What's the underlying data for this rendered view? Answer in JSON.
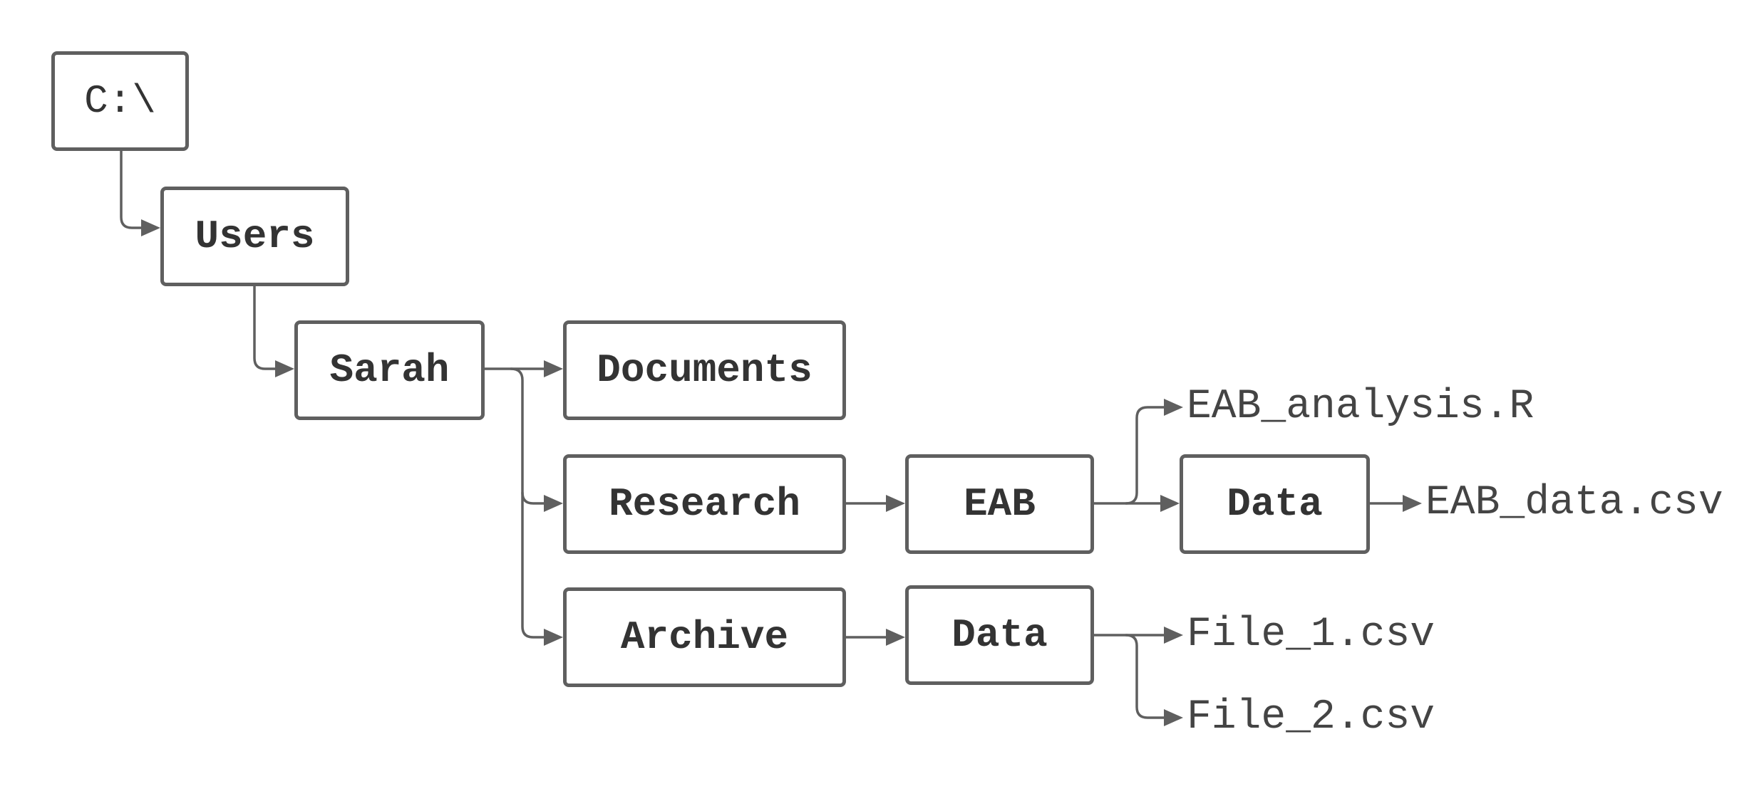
{
  "tree": {
    "root": "C:\\",
    "users": "Users",
    "sarah": "Sarah",
    "documents": "Documents",
    "research": "Research",
    "eab": "EAB",
    "research_data": "Data",
    "archive": "Archive",
    "archive_data": "Data",
    "files": {
      "eab_analysis": "EAB_analysis.R",
      "eab_data": "EAB_data.csv",
      "file_1": "File_1.csv",
      "file_2": "File_2.csv"
    }
  },
  "colors": {
    "stroke": "#5f5f5f",
    "text": "#333333",
    "background": "#ffffff"
  }
}
